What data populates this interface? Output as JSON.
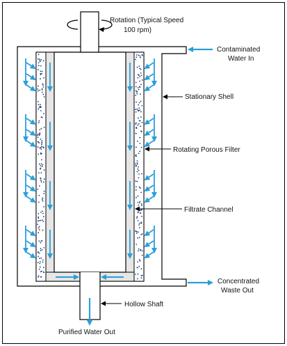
{
  "labels": {
    "rotation_line1": "Rotation (Typical Speed",
    "rotation_line2": "100 rpm)",
    "contaminated_line1": "Contaminated",
    "contaminated_line2": "Water In",
    "stationary_shell": "Stationary Shell",
    "rotating_filter": "Rotating Porous Filter",
    "filtrate_channel": "Filtrate Channel",
    "concentrated_line1": "Concentrated",
    "concentrated_line2": "Waste Out",
    "hollow_shaft": "Hollow Shaft",
    "purified_out": "Purified Water Out"
  },
  "colors": {
    "flow_arrow": "#2a9fd8",
    "outline": "#000000",
    "channel_fill": "#e6e6e6",
    "filter_dots": "#1a3f7a"
  }
}
